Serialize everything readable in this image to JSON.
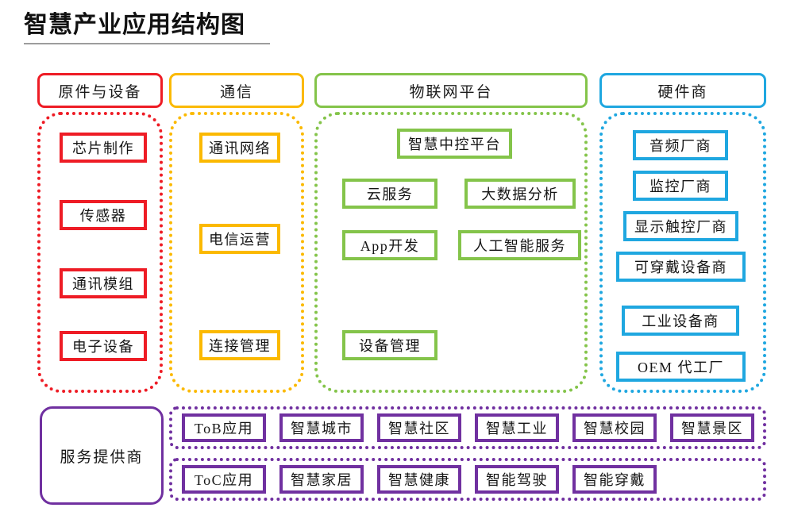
{
  "title": "智慧产业应用结构图",
  "colors": {
    "red": "#ee1c25",
    "yellow": "#fbb900",
    "green": "#84c44a",
    "blue": "#1fa7e0",
    "purple": "#7030a0",
    "title_rule": "#9d9d9d",
    "background": "#ffffff"
  },
  "columns": [
    {
      "key": "components",
      "header": "原件与设备",
      "color": "red",
      "items": [
        "芯片制作",
        "传感器",
        "通讯模组",
        "电子设备"
      ]
    },
    {
      "key": "communication",
      "header": "通信",
      "color": "yellow",
      "items": [
        "通讯网络",
        "电信运营",
        "连接管理"
      ]
    },
    {
      "key": "iot_platform",
      "header": "物联网平台",
      "color": "green",
      "items": [
        "智慧中控平台",
        "云服务",
        "大数据分析",
        "App开发",
        "人工智能服务",
        "设备管理"
      ]
    },
    {
      "key": "hardware_vendors",
      "header": "硬件商",
      "color": "blue",
      "items": [
        "音频厂商",
        "监控厂商",
        "显示触控厂商",
        "可穿戴设备商",
        "工业设备商",
        "OEM 代工厂"
      ]
    }
  ],
  "service_provider": {
    "label": "服务提供商",
    "color": "purple"
  },
  "application_rows": [
    {
      "key": "tob",
      "color": "purple",
      "items": [
        "ToB应用",
        "智慧城市",
        "智慧社区",
        "智慧工业",
        "智慧校园",
        "智慧景区"
      ]
    },
    {
      "key": "toc",
      "color": "purple",
      "items": [
        "ToC应用",
        "智慧家居",
        "智慧健康",
        "智能驾驶",
        "智能穿戴"
      ]
    }
  ]
}
